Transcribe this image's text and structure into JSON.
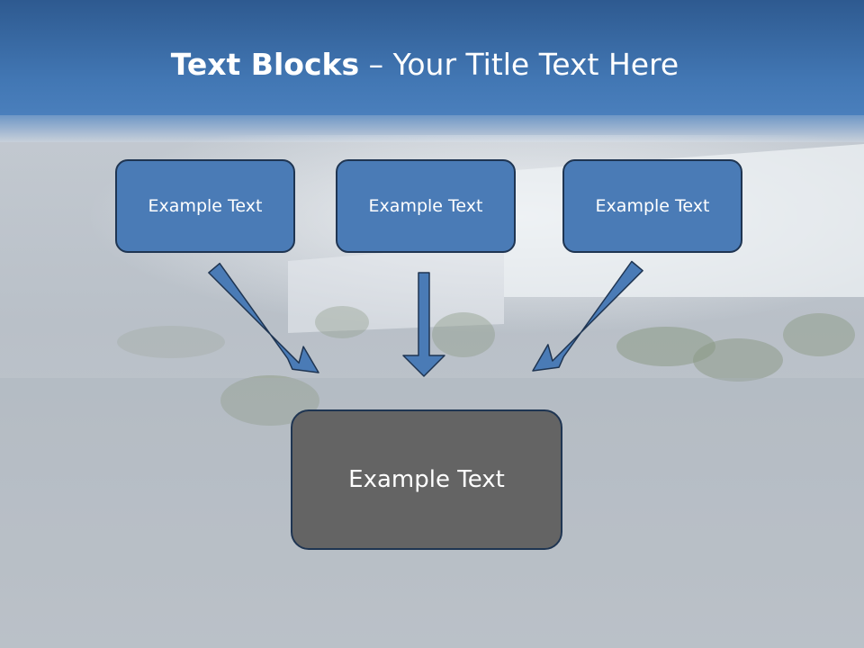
{
  "title": {
    "bold_part": "Text Blocks",
    "separator": " – ",
    "regular_part": "Your Title Text Here"
  },
  "boxes": {
    "top": [
      "Example Text",
      "Example Text",
      "Example Text"
    ],
    "result": "Example Text"
  },
  "colors": {
    "header_blue": "#3c6ea8",
    "box_fill": "#4a7bb6",
    "box_border": "#1f3552",
    "result_fill": "#646464",
    "arrow_fill": "#4a7bb6"
  }
}
